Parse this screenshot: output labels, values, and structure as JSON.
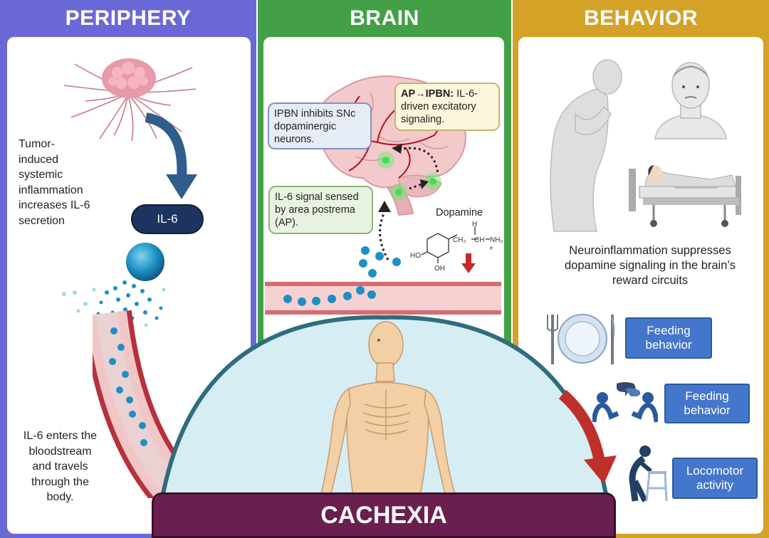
{
  "panels": {
    "periphery": {
      "title": "PERIPHERY",
      "color": "#6a68d6",
      "tumor_caption": "Tumor-induced systemic inflammation increases IL-6 secretion",
      "tumor_lines": [
        "Tumor-",
        "induced",
        "systemic",
        "inflammation",
        "increases IL-6",
        "secretion"
      ],
      "il6_label": "IL-6",
      "blood_lines": [
        "IL-6 enters the",
        "bloodstream",
        "and travels",
        "through the",
        "body."
      ]
    },
    "brain": {
      "title": "BRAIN",
      "color": "#43a047",
      "ipbn_box": "IPBN inhibits SNc dopaminergic neurons.",
      "ap_box_bold": "AP→IPBN:",
      "ap_box_rest": " IL-6-driven excitatory signaling.",
      "il6_sensed_box": "IL-6 signal sensed by area postrema (AP).",
      "dopamine_label": "Dopamine",
      "molecule_labels": {
        "h": "H",
        "ch2": "CH₂",
        "ch": "CH",
        "nh2": "NH₂",
        "plus": "+",
        "ho": "HO",
        "oh": "OH"
      }
    },
    "behavior": {
      "title": "BEHAVIOR",
      "color": "#d4a227",
      "caption_lines": [
        "Neuroinflammation suppresses",
        "dopamine signaling in the brain’s",
        "reward circuits"
      ],
      "buttons": [
        {
          "lines": [
            "Feeding",
            "behavior"
          ]
        },
        {
          "lines": [
            "Feeding",
            "behavior"
          ]
        },
        {
          "lines": [
            "Locomotor",
            "activity"
          ]
        }
      ]
    }
  },
  "cachexia": {
    "label": "CACHEXIA",
    "color": "#6a1f4f"
  },
  "icons": [
    "tumor-icon",
    "il6-molecule-icon",
    "blood-vessel-icon",
    "brain-icon",
    "dopamine-molecule-icon",
    "sad-person-icon",
    "sad-face-icon",
    "hospital-bed-icon",
    "plate-cutlery-icon",
    "social-interaction-icon",
    "walker-person-icon",
    "cachectic-body-icon"
  ]
}
